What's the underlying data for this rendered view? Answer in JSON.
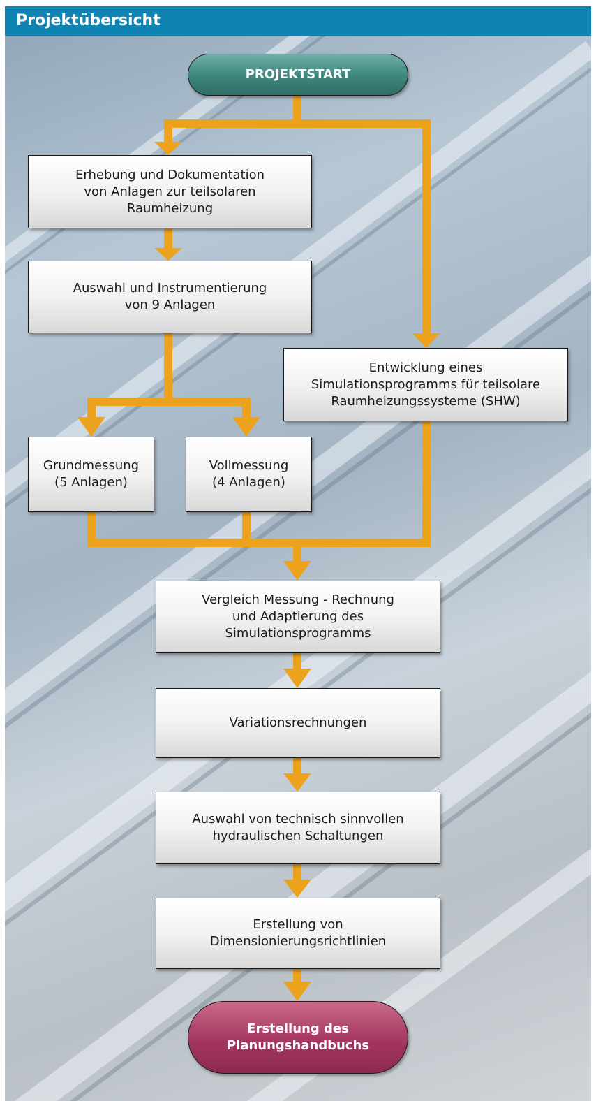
{
  "header": {
    "title": "Projektübersicht"
  },
  "colors": {
    "header": "#0f83b1",
    "arrow": "#eda21e",
    "start": "#3d857c",
    "end": "#a43660"
  },
  "flow": {
    "start": "PROJEKTSTART",
    "erhebung": "Erhebung und Dokumentation\nvon Anlagen zur teilsolaren\nRaumheizung",
    "auswahl": "Auswahl und Instrumentierung\nvon 9 Anlagen",
    "entwicklung": "Entwicklung eines\nSimulationsprogramms für teilsolare\nRaumheizungssysteme (SHW)",
    "grundmessung": "Grundmessung\n(5 Anlagen)",
    "vollmessung": "Vollmessung\n(4 Anlagen)",
    "vergleich": "Vergleich Messung - Rechnung\nund Adaptierung des\nSimulationsprogramms",
    "variation": "Variationsrechnungen",
    "schaltungen": "Auswahl von technisch sinnvollen\nhydraulischen Schaltungen",
    "richtlinien": "Erstellung von\nDimensionierungsrichtlinien",
    "end": "Erstellung des\nPlanungshandbuchs"
  }
}
